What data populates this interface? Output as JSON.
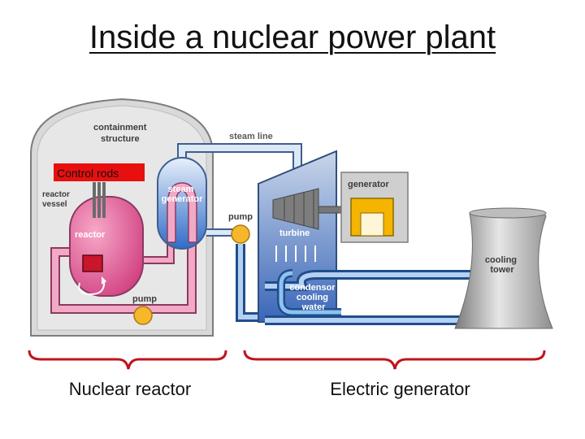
{
  "title": "Inside a nuclear power plant",
  "labels": {
    "containment_structure": [
      "containment",
      "structure"
    ],
    "control_rods": "Control rods",
    "reactor_vessel": [
      "reactor",
      "vessel"
    ],
    "reactor": "reactor",
    "steam_generator": [
      "steam",
      "generator"
    ],
    "steam_line": "steam line",
    "pump_top": "pump",
    "pump_bottom": "pump",
    "turbine": "turbine",
    "generator": "generator",
    "condensor": [
      "condensor",
      "cooling",
      "water"
    ],
    "cooling_tower": [
      "cooling",
      "tower"
    ]
  },
  "captions": {
    "left": "Nuclear reactor",
    "right": "Electric generator"
  },
  "colors": {
    "containment": "#d9d9d9",
    "reactor": "#e46aa0",
    "steam_pipe": "#6f97d8",
    "water_pipe": "#1f4e8c",
    "pump": "#f6b82a",
    "bracket": "#c0141b",
    "control_rods_bg": "#e8100e"
  }
}
